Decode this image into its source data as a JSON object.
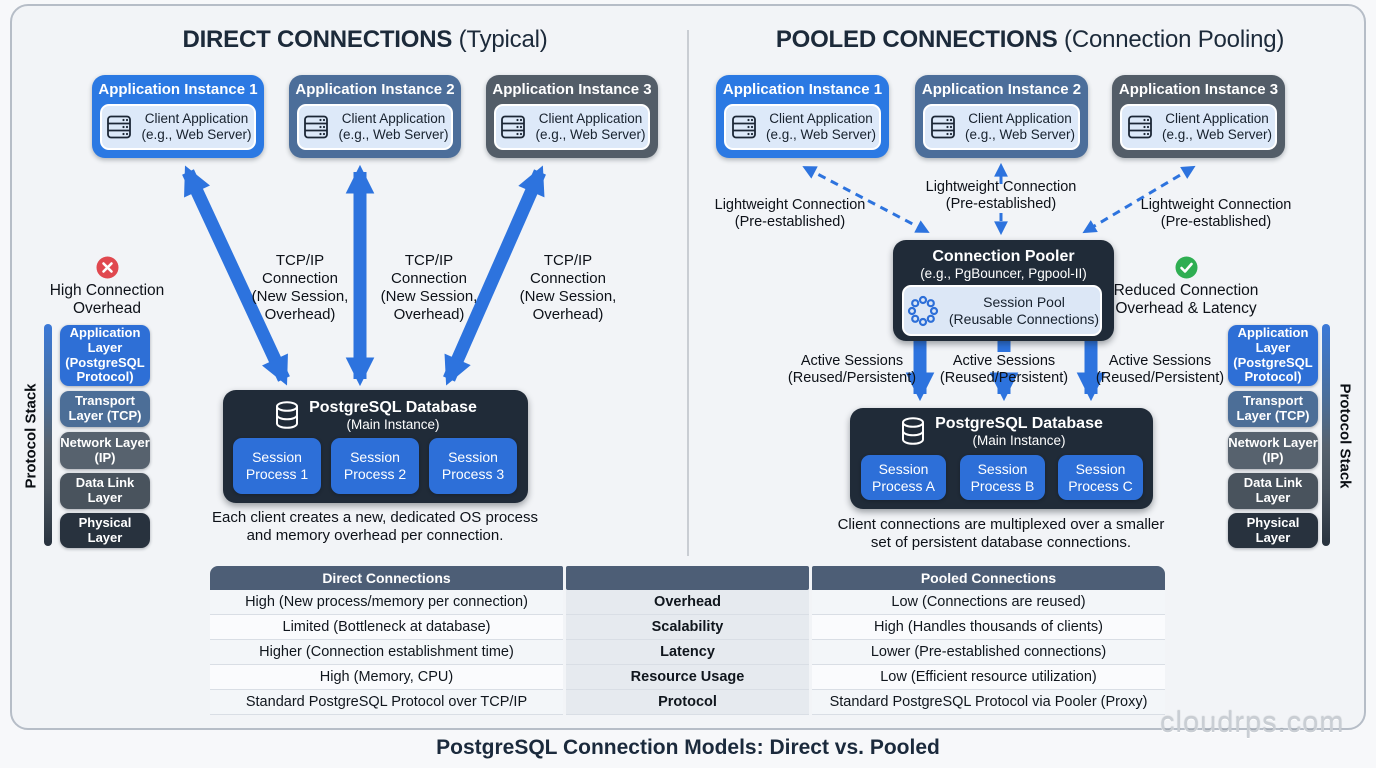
{
  "page": {
    "footer_title": "PostgreSQL Connection Models: Direct vs. Pooled",
    "watermark": "cloudrps.com"
  },
  "colors": {
    "accent_blue": "#2d73de",
    "dark_navy": "#202b38",
    "steel_blue": "#4c6e9a",
    "slate_gray": "#535d68",
    "table_header": "#4d5e76",
    "error_red": "#e0484f",
    "success_green": "#2fae52"
  },
  "left": {
    "title_bold": "DIRECT CONNECTIONS",
    "title_rest": " (Typical)",
    "instances": [
      {
        "title": "Application Instance 1",
        "body": "Client Application\n(e.g., Web Server)"
      },
      {
        "title": "Application Instance 2",
        "body": "Client Application\n(e.g., Web Server)"
      },
      {
        "title": "Application Instance 3",
        "body": "Client Application\n(e.g., Web Server)"
      }
    ],
    "connection_labels": [
      "TCP/IP\nConnection\n(New Session,\nOverhead)",
      "TCP/IP\nConnection\n(New Session,\nOverhead)",
      "TCP/IP\nConnection\n(New Session,\nOverhead)"
    ],
    "note": "High Connection\nOverhead",
    "stack": {
      "label": "Protocol Stack",
      "layers": [
        "Application\nLayer\n(PostgreSQL\nProtocol)",
        "Transport\nLayer (TCP)",
        "Network Layer\n(IP)",
        "Data Link\nLayer",
        "Physical\nLayer"
      ]
    },
    "db": {
      "title": "PostgreSQL Database",
      "subtitle": "(Main Instance)",
      "sessions": [
        "Session\nProcess 1",
        "Session\nProcess 2",
        "Session\nProcess 3"
      ]
    },
    "caption": "Each client creates a new, dedicated OS process\nand memory overhead per connection."
  },
  "right": {
    "title_bold": "POOLED CONNECTIONS",
    "title_rest": " (Connection Pooling)",
    "instances": [
      {
        "title": "Application Instance 1",
        "body": "Client Application\n(e.g., Web Server)"
      },
      {
        "title": "Application Instance 2",
        "body": "Client Application\n(e.g., Web Server)"
      },
      {
        "title": "Application Instance 3",
        "body": "Client Application\n(e.g., Web Server)"
      }
    ],
    "lightweight_labels": [
      "Lightweight Connection\n(Pre-established)",
      "Lightweight Connection\n(Pre-established)",
      "Lightweight Connection\n(Pre-established)"
    ],
    "pooler": {
      "title": "Connection Pooler",
      "subtitle": "(e.g., PgBouncer, Pgpool-II)",
      "pool": "Session Pool\n(Reusable Connections)"
    },
    "note": "Reduced Connection\nOverhead & Latency",
    "active_labels": [
      "Active Sessions\n(Reused/Persistent)",
      "Active Sessions\n(Reused/Persistent)",
      "Active Sessions\n(Reused/Persistent)"
    ],
    "stack": {
      "label": "Protocol Stack",
      "layers": [
        "Application\nLayer\n(PostgreSQL\nProtocol)",
        "Transport\nLayer (TCP)",
        "Network Layer\n(IP)",
        "Data Link\nLayer",
        "Physical\nLayer"
      ]
    },
    "db": {
      "title": "PostgreSQL Database",
      "subtitle": "(Main Instance)",
      "sessions": [
        "Session\nProcess A",
        "Session\nProcess B",
        "Session\nProcess C"
      ]
    },
    "caption": "Client connections are multiplexed over a smaller\nset of persistent database connections."
  },
  "table": {
    "headers": {
      "direct": "Direct Connections",
      "metric": "",
      "pooled": "Pooled Connections"
    },
    "rows": [
      {
        "direct": "High (New process/memory per connection)",
        "metric": "Overhead",
        "pooled": "Low (Connections are reused)"
      },
      {
        "direct": "Limited (Bottleneck at database)",
        "metric": "Scalability",
        "pooled": "High (Handles thousands of clients)"
      },
      {
        "direct": "Higher (Connection establishment time)",
        "metric": "Latency",
        "pooled": "Lower (Pre-established connections)"
      },
      {
        "direct": "High (Memory, CPU)",
        "metric": "Resource Usage",
        "pooled": "Low (Efficient resource utilization)"
      },
      {
        "direct": "Standard PostgreSQL Protocol over TCP/IP",
        "metric": "Protocol",
        "pooled": "Standard PostgreSQL Protocol via Pooler (Proxy)"
      }
    ]
  }
}
